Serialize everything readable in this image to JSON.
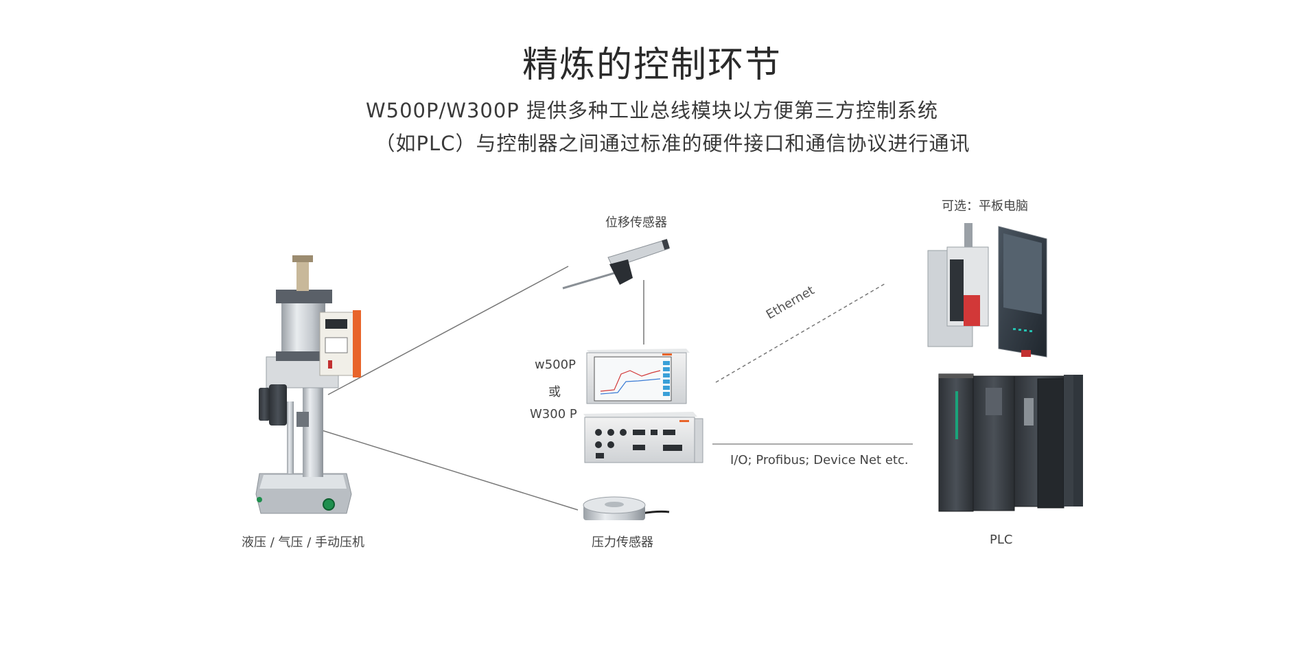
{
  "header": {
    "title": "精炼的控制环节",
    "subtitle_line1": "W500P/W300P  提供多种工业总线模块以方便第三方控制系统",
    "subtitle_line2": "（如PLC）与控制器之间通过标准的硬件接口和通信协议进行通讯"
  },
  "labels": {
    "press": "液压 / 气压 / 手动压机",
    "displacement_sensor": "位移传感器",
    "force_sensor": "压力传感器",
    "controller_line1": "w500P",
    "controller_line2": "或",
    "controller_line3": "W300 P",
    "ethernet": "Ethernet",
    "bus": "I/O; Profibus; Device Net etc.",
    "tablet": "可选：平板电脑",
    "plc": "PLC"
  },
  "colors": {
    "line": "#777777",
    "accent_orange": "#e8642a",
    "screen_blue": "#3aa0d8",
    "plc_green": "#1aa37a"
  }
}
